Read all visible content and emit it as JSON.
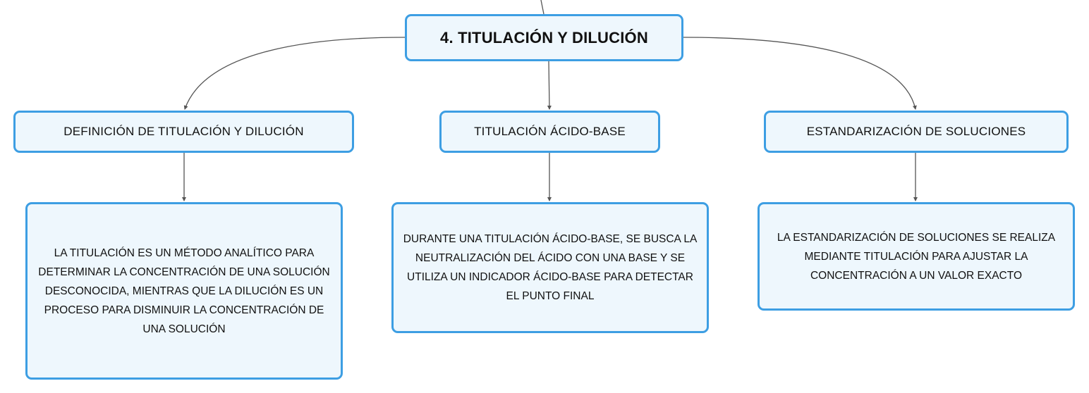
{
  "root": {
    "title": "4. TITULACIÓN Y DILUCIÓN"
  },
  "branches": [
    {
      "label": "DEFINICIÓN DE TITULACIÓN Y DILUCIÓN",
      "detail": "LA TITULACIÓN ES UN MÉTODO ANALÍTICO PARA DETERMINAR LA CONCENTRACIÓN DE UNA SOLUCIÓN DESCONOCIDA, MIENTRAS QUE LA DILUCIÓN ES UN PROCESO PARA DISMINUIR LA CONCENTRACIÓN DE UNA SOLUCIÓN"
    },
    {
      "label": "TITULACIÓN ÁCIDO-BASE",
      "detail": "DURANTE UNA TITULACIÓN ÁCIDO-BASE, SE BUSCA LA NEUTRALIZACIÓN DEL ÁCIDO CON UNA BASE Y SE UTILIZA UN INDICADOR ÁCIDO-BASE PARA DETECTAR EL PUNTO FINAL"
    },
    {
      "label": "ESTANDARIZACIÓN DE SOLUCIONES",
      "detail": "LA ESTANDARIZACIÓN DE SOLUCIONES SE REALIZA MEDIANTE TITULACIÓN PARA AJUSTAR LA CONCENTRACIÓN A UN VALOR EXACTO"
    }
  ],
  "colors": {
    "node_border": "#3d9ee3",
    "node_fill": "#eef7fd",
    "connector": "#555555",
    "text": "#111111"
  }
}
